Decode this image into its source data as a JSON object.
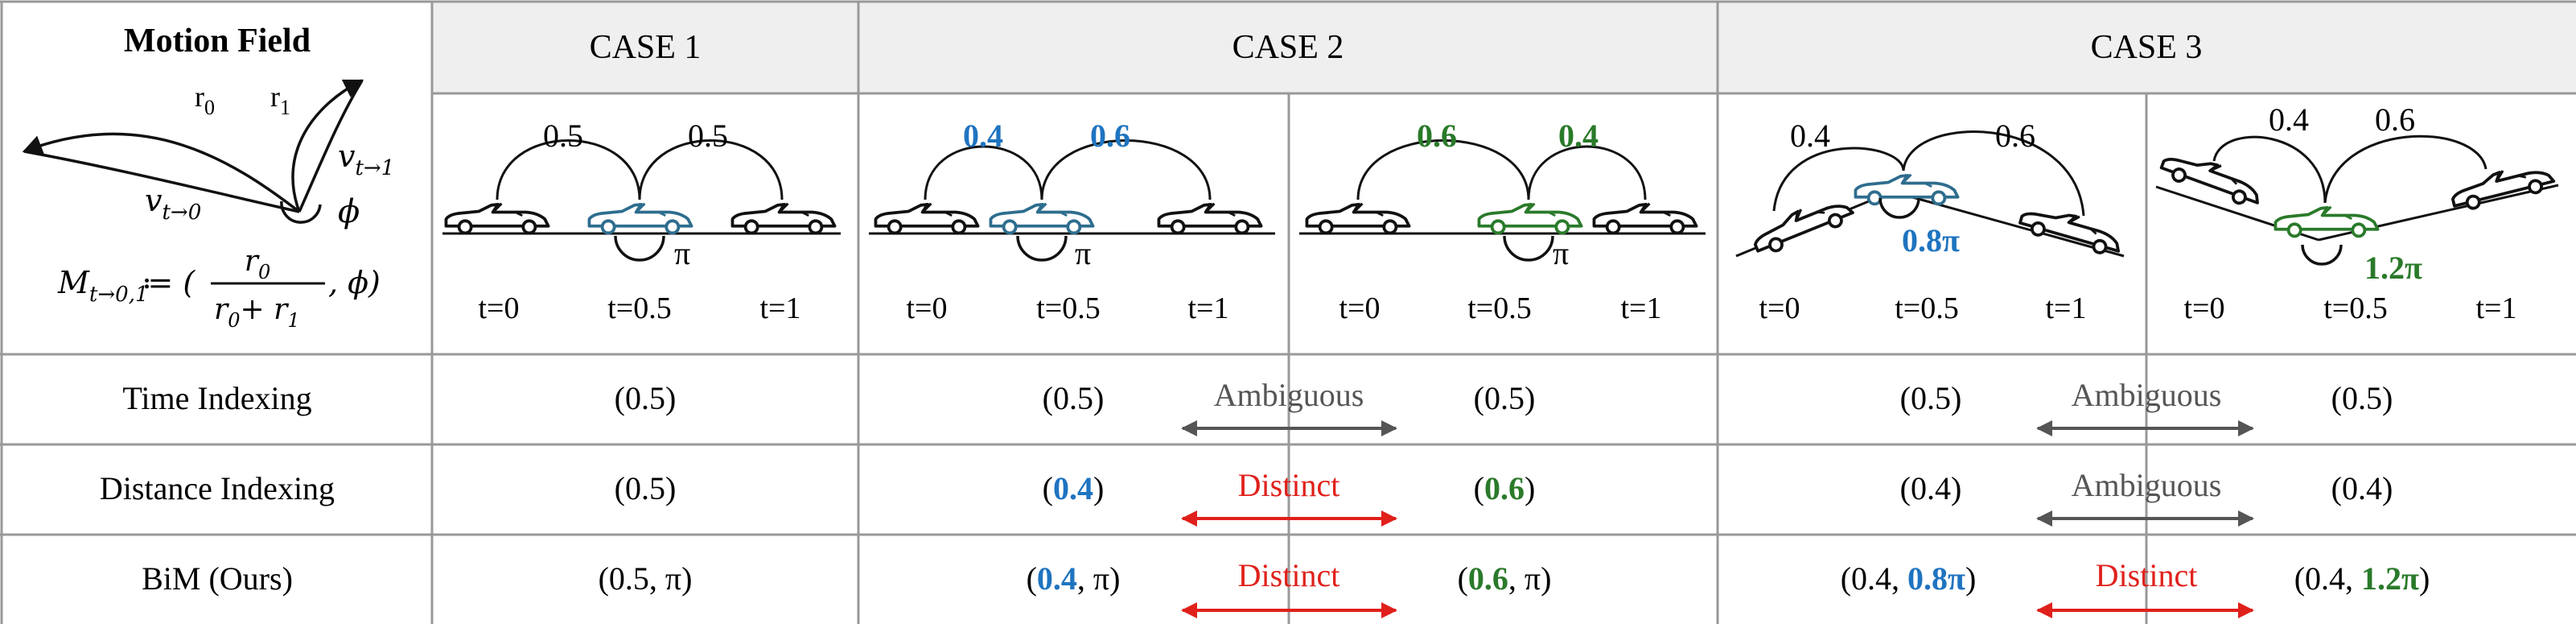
{
  "motion_field": {
    "title": "Motion Field",
    "r0": "r",
    "r0_sub": "0",
    "r1": "r",
    "r1_sub": "1",
    "v1": "v",
    "v1_sub": "t→1",
    "v0": "v",
    "v0_sub": "t→0",
    "phi": "ϕ",
    "eq_lhs": "M",
    "eq_lhs_sub": "t→0,1",
    "eq_assign": "≔ (",
    "eq_num": "r",
    "eq_num_sub": "0",
    "eq_den_a": "r",
    "eq_den_a_sub": "0",
    "eq_den_plus": "+ r",
    "eq_den_b_sub": "1",
    "eq_tail": ", ϕ)"
  },
  "headers": [
    "CASE 1",
    "CASE 2",
    "CASE 3"
  ],
  "time_labels": [
    "t=0",
    "t=0.5",
    "t=1"
  ],
  "diagrams": {
    "case1": {
      "left": "0.5",
      "right": "0.5",
      "angle": "π"
    },
    "case2a": {
      "left": "0.4",
      "right": "0.6",
      "angle": "π"
    },
    "case2b": {
      "left": "0.6",
      "right": "0.4",
      "angle": "π"
    },
    "case3a": {
      "left": "0.4",
      "right": "0.6",
      "angle": "0.8π"
    },
    "case3b": {
      "left": "0.4",
      "right": "0.6",
      "angle": "1.2π"
    }
  },
  "rows": [
    {
      "label": "Time Indexing",
      "case1": "(0.5)",
      "case2": {
        "left": "(0.5)",
        "relation": "Ambiguous",
        "right": "(0.5)"
      },
      "case3": {
        "left": "(0.5)",
        "relation": "Ambiguous",
        "right": "(0.5)"
      }
    },
    {
      "label": "Distance Indexing",
      "case1": "(0.5)",
      "case2": {
        "left_open": "(",
        "left_value": "0.4",
        "left_close": ")",
        "relation": "Distinct",
        "right_open": "(",
        "right_value": "0.6",
        "right_close": ")"
      },
      "case3": {
        "left": "(0.4)",
        "relation": "Ambiguous",
        "right": "(0.4)"
      }
    },
    {
      "label": "BiM (Ours)",
      "case1": "(0.5, π)",
      "case2": {
        "left_open": "(",
        "left_value": "0.4",
        "left_close": ", π)",
        "relation": "Distinct",
        "right_open": "(",
        "right_value": "0.6",
        "right_close": ", π)"
      },
      "case3": {
        "left_open": "(0.4, ",
        "left_value": "0.8π",
        "left_close": ")",
        "relation": "Distinct",
        "right_open": "(0.4, ",
        "right_value": "1.2π",
        "right_close": ")"
      }
    }
  ],
  "colors": {
    "blue": "#1f74c0",
    "green": "#2a7a2a",
    "red": "#e0201b",
    "gray_arrow": "#555555",
    "header_bg": "#efefef",
    "grid": "#999999"
  }
}
